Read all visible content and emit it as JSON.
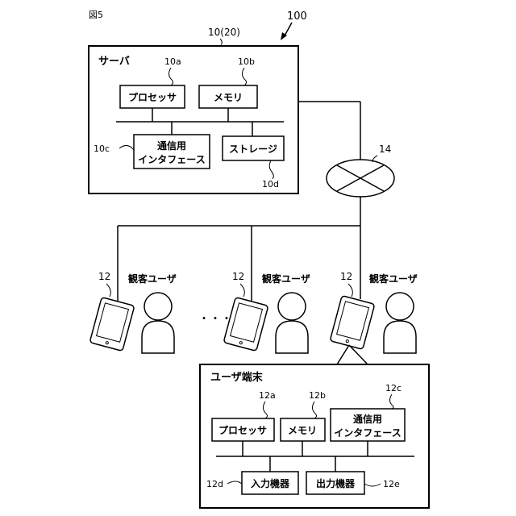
{
  "figure_label": "図5",
  "system_ref": "100",
  "server": {
    "ref": "10(20)",
    "title": "サーバ",
    "processor": {
      "ref": "10a",
      "label": "プロセッサ"
    },
    "memory": {
      "ref": "10b",
      "label": "メモリ"
    },
    "comm": {
      "ref": "10c",
      "label_line1": "通信用",
      "label_line2": "インタフェース"
    },
    "storage": {
      "ref": "10d",
      "label": "ストレージ"
    }
  },
  "network": {
    "ref": "14"
  },
  "terminals": [
    {
      "ref": "12",
      "user_label": "観客ユーザ"
    },
    {
      "ref": "12",
      "user_label": "観客ユーザ"
    },
    {
      "ref": "12",
      "user_label": "観客ユーザ"
    }
  ],
  "ellipsis": "・・・",
  "user_terminal": {
    "title": "ユーザ端末",
    "processor": {
      "ref": "12a",
      "label": "プロセッサ"
    },
    "memory": {
      "ref": "12b",
      "label": "メモリ"
    },
    "comm": {
      "ref": "12c",
      "label_line1": "通信用",
      "label_line2": "インタフェース"
    },
    "input": {
      "ref": "12d",
      "label": "入力機器"
    },
    "output": {
      "ref": "12e",
      "label": "出力機器"
    }
  }
}
